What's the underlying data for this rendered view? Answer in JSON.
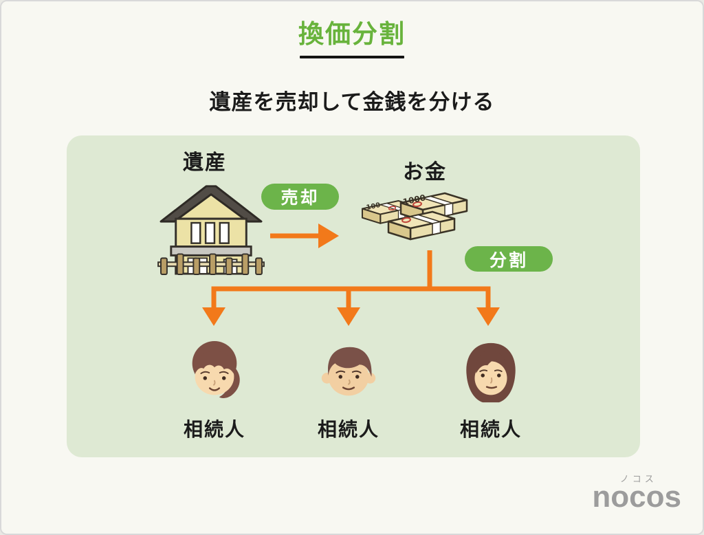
{
  "header": {
    "title": "換価分割",
    "subtitle": "遺産を売却して金銭を分ける"
  },
  "diagram": {
    "estate_label": "遺産",
    "money_label": "お金",
    "sell_badge": "売却",
    "divide_badge": "分割",
    "heirs": [
      {
        "label": "相続人",
        "avatar": "woman-side-curl"
      },
      {
        "label": "相続人",
        "avatar": "man-short-hair"
      },
      {
        "label": "相続人",
        "avatar": "woman-bob"
      }
    ]
  },
  "branding": {
    "logo_kana": "ノコス",
    "logo_text": "nocos"
  },
  "colors": {
    "title_green": "#68b33c",
    "badge_green": "#6cb44a",
    "panel_green": "#dee9d3",
    "arrow_orange": "#f2791a",
    "background": "#f8f8f2",
    "text_dark": "#1b1b1b",
    "logo_gray": "#9c9c9c"
  }
}
